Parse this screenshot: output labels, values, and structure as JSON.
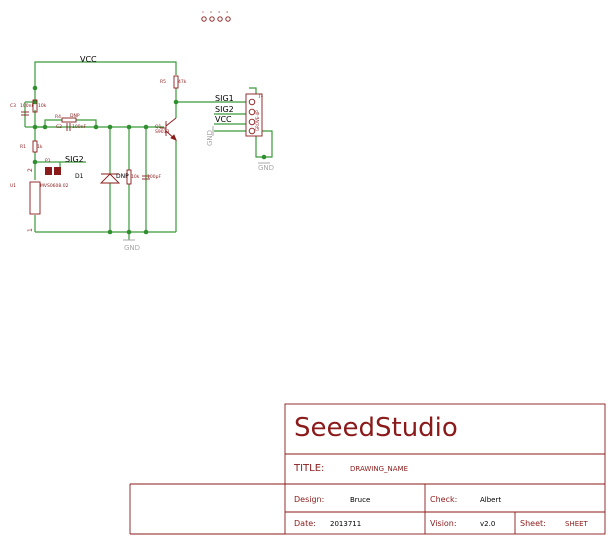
{
  "schematic": {
    "nets": {
      "vcc_top": "VCC",
      "sig1": "SIG1",
      "sig2": "SIG2",
      "vcc_conn": "VCC",
      "sig2_d1": "SIG2",
      "gnd_bottom": "GND",
      "gnd_connector": "GND",
      "gnd_side": "GND"
    },
    "parts": {
      "r5": "R5",
      "r5_value": "47k",
      "c3": "C3",
      "c3_value": "100nF",
      "r3_value": "10k",
      "r4": "R4",
      "r4_value": "DNP",
      "c2": "C2",
      "c2_value": "100nF",
      "r1": "R1",
      "r1_value": "1k",
      "p1": "P1",
      "d1": "D1",
      "u1": "U1",
      "u1_value": "MVS0608.02",
      "pin2": "2",
      "pin1": "1",
      "dnp": "DNP",
      "r6_value": "10k",
      "c4_value": "100pF",
      "q1": "Q1",
      "q1_value": "S9013",
      "j1": "J1",
      "grove_label": "GROVE-4P",
      "top_pins": [
        "1",
        "2",
        "3",
        "4"
      ]
    },
    "colors": {
      "wire": "#3a9a3a",
      "junction": "#2f8f2f",
      "part": "#8b1a1a",
      "label": "#000000",
      "gnd": "#a8a8a8",
      "title_block": "#8b1a1a"
    }
  },
  "title_block": {
    "company": "SeeedStudio",
    "title_label": "TITLE:",
    "title_value": "DRAWING_NAME",
    "design_label": "Design:",
    "design_value": "Bruce",
    "check_label": "Check:",
    "check_value": "Albert",
    "date_label": "Date:",
    "date_value": "2013711",
    "vision_label": "Vision:",
    "vision_value": "v2.0",
    "sheet_label": "Sheet:",
    "sheet_value": "SHEET"
  }
}
